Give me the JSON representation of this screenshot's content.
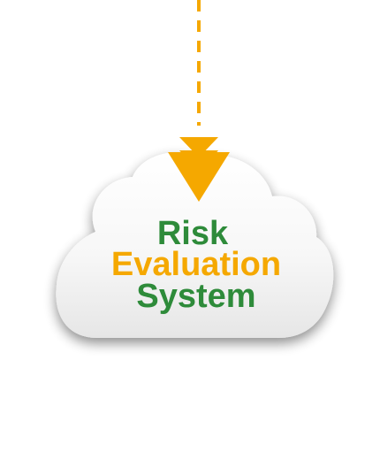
{
  "cloud": {
    "line1": "Risk",
    "line2": "Evaluation",
    "line3": "System"
  },
  "colors": {
    "accent_orange": "#f5a800",
    "text_green": "#2e8b3a",
    "cloud_fill_top": "#ffffff",
    "cloud_fill_bottom": "#e6e6e6",
    "cloud_shadow": "#9a9a9a"
  }
}
